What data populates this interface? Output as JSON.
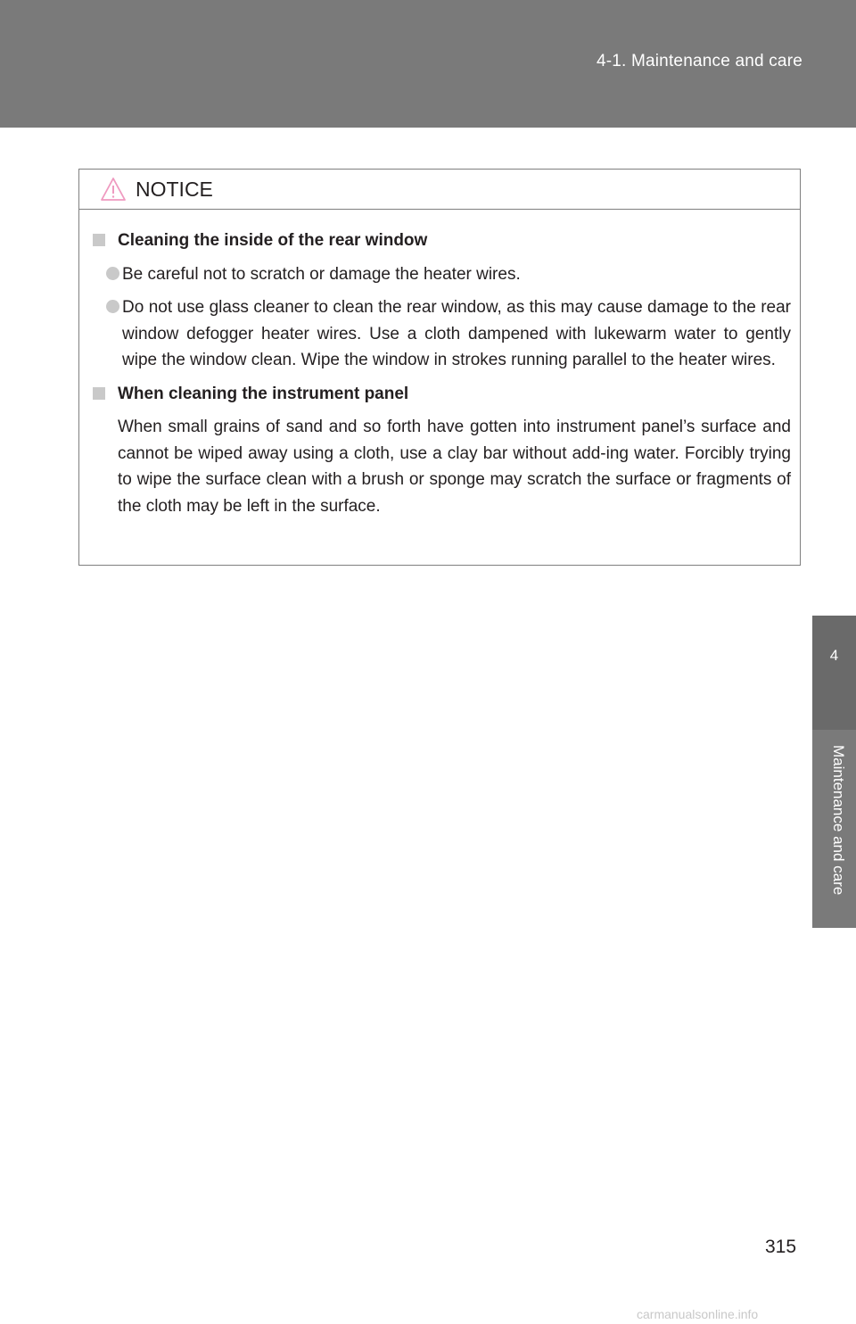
{
  "header": {
    "section": "4-1. Maintenance and care"
  },
  "side_tab": {
    "number": "4",
    "label": "Maintenance and care"
  },
  "notice": {
    "icon": "warning-triangle-icon",
    "title": "NOTICE",
    "sections": [
      {
        "heading": "Cleaning the inside of the rear window",
        "bullets": [
          "Be careful not to scratch or damage the heater wires.",
          "Do not use glass cleaner to clean the rear window, as this may cause damage to the rear window defogger heater wires. Use a cloth dampened with lukewarm water to gently wipe the window clean. Wipe the window in strokes running parallel to the heater wires."
        ]
      },
      {
        "heading": "When cleaning the instrument panel",
        "text": "When small grains of sand and so forth have gotten into instrument panel’s surface and cannot be wiped away using a cloth, use a clay bar without add-ing water. Forcibly trying to wipe the surface clean with a brush or sponge may scratch the surface or fragments of the cloth may be left in the surface."
      }
    ]
  },
  "page_number": "315",
  "watermark": "carmanualsonline.info"
}
